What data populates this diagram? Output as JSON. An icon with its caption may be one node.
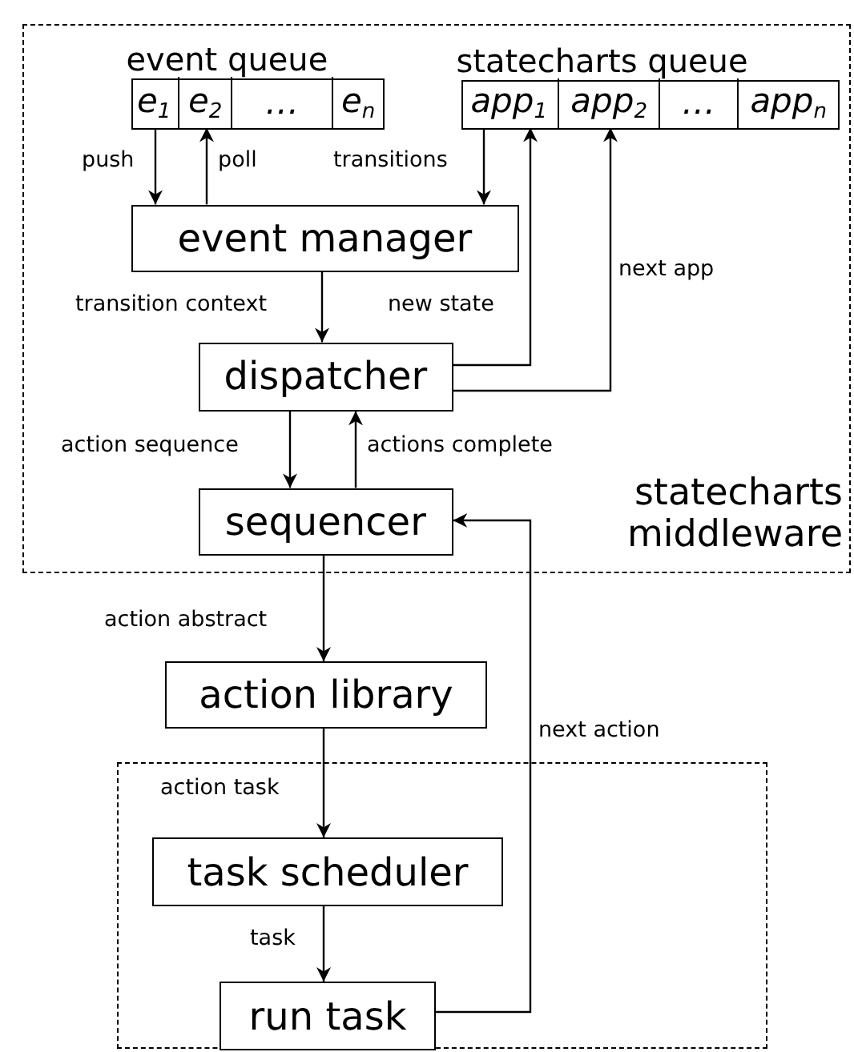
{
  "diagram": {
    "nodes": [
      {
        "text": [
          "statecharts middleware"
        ]
      },
      {
        "text": [
          "event queue"
        ],
        "in": 0
      },
      {
        "text": [
          "e$_{1}$"
        ],
        "in": 1
      },
      {
        "text": [
          "e$_{2}$"
        ],
        "in": 1
      },
      {
        "text": [
          "…"
        ],
        "in": 1
      },
      {
        "text": [
          "e$_{n}$"
        ],
        "in": 1
      },
      {
        "text": [
          "statecharts queue"
        ],
        "in": 0
      },
      {
        "text": [
          "app$_{1}$"
        ],
        "in": 6
      },
      {
        "text": [
          "app$_{2}$"
        ],
        "in": 6
      },
      {
        "text": [
          "…"
        ],
        "in": 6
      },
      {
        "text": [
          "app$_{n}$"
        ],
        "in": 6
      },
      {
        "text": [
          "event manager"
        ],
        "in": 0
      },
      {
        "text": [
          "dispatcher"
        ],
        "in": 0
      },
      {
        "text": [
          "sequencer"
        ],
        "in": 0
      },
      {
        "text": [
          "action library"
        ]
      },
      {
        "text": [],
        "shape": "box"
      },
      {
        "text": [
          "task scheduler"
        ],
        "in": 15
      },
      {
        "text": [
          "run task"
        ],
        "in": 15
      }
    ],
    "edges": [
      {
        "from": 2,
        "to": 11,
        "arrow": "to",
        "label": "push"
      },
      {
        "from": 11,
        "to": 3,
        "arrow": "to",
        "label": "poll"
      },
      {
        "from": 7,
        "to": 11,
        "arrow": "to",
        "label": "transitions"
      },
      {
        "from": 11,
        "to": 12,
        "arrow": "to",
        "label": "transition context"
      },
      {
        "from": 12,
        "to": 7,
        "arrow": "to",
        "label": "new state"
      },
      {
        "from": 12,
        "to": 8,
        "arrow": "to",
        "label": "next app"
      },
      {
        "from": 12,
        "to": 13,
        "arrow": "to",
        "label": "action sequence"
      },
      {
        "from": 13,
        "to": 12,
        "arrow": "to",
        "label": "actions complete"
      },
      {
        "from": 13,
        "to": 14,
        "arrow": "to",
        "label": "action abstract"
      },
      {
        "from": 14,
        "to": 16,
        "arrow": "to",
        "label": "action task"
      },
      {
        "from": 16,
        "to": 17,
        "arrow": "to",
        "label": "task"
      },
      {
        "from": 17,
        "to": 13,
        "arrow": "to",
        "label": "next action"
      }
    ]
  }
}
